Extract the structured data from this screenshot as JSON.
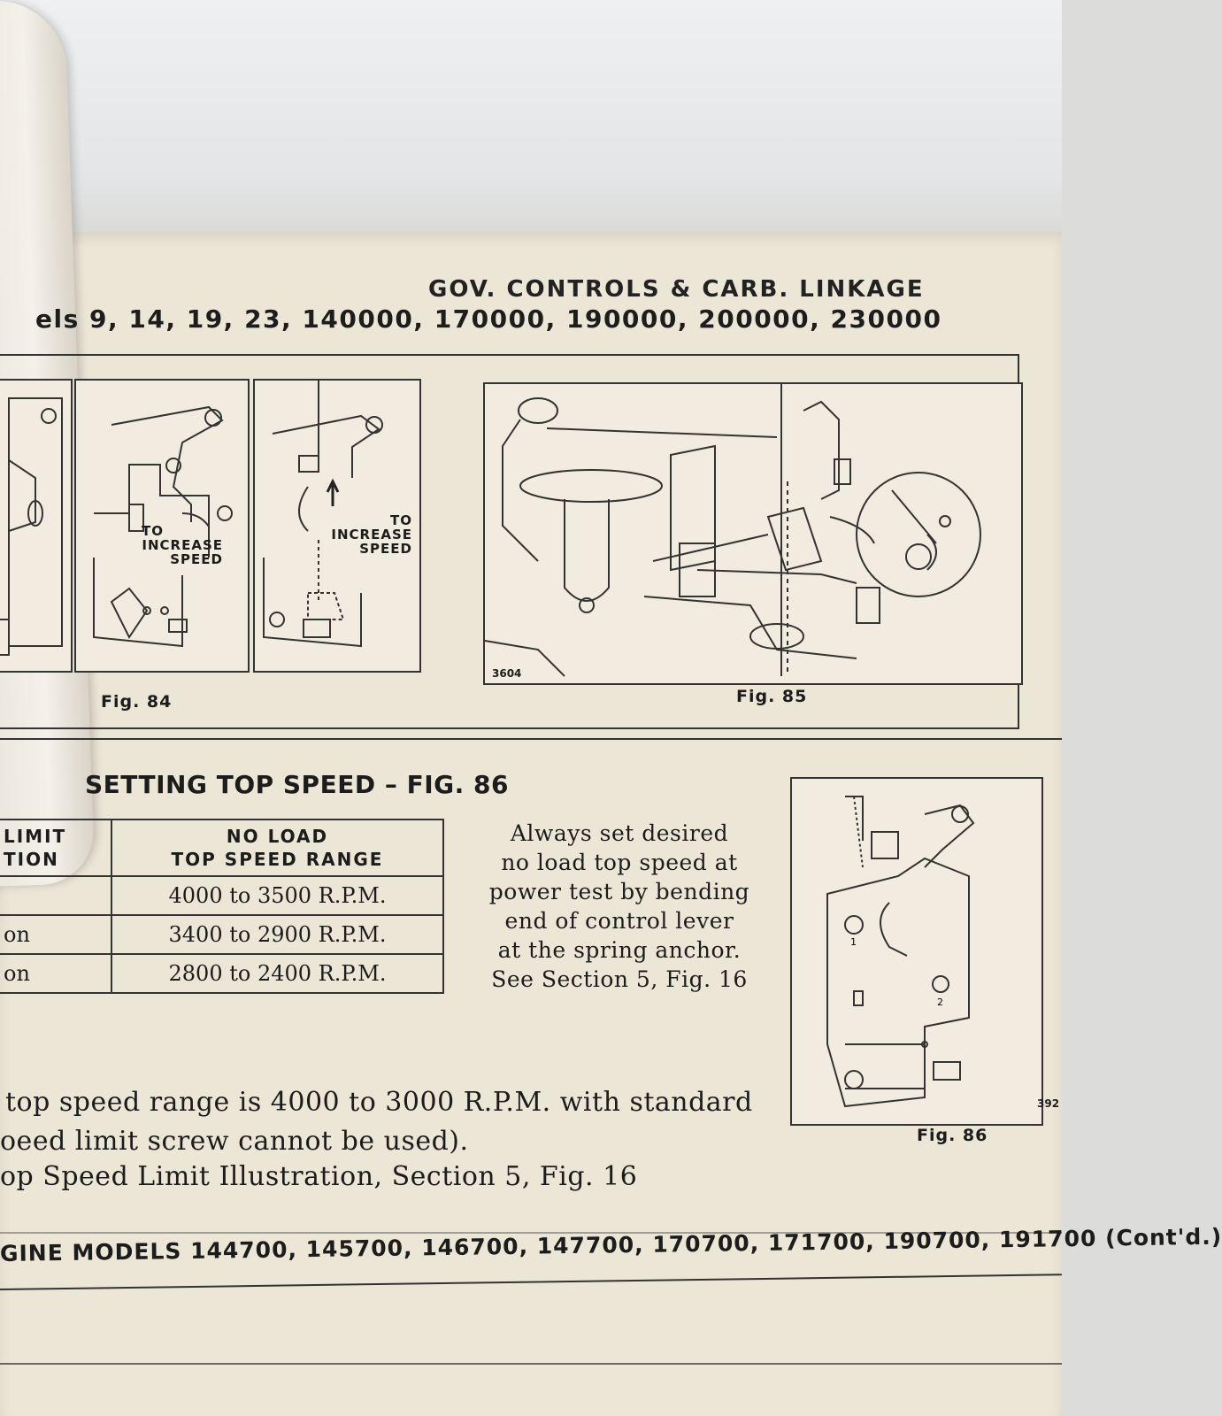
{
  "header": {
    "title": "GOV. CONTROLS & CARB. LINKAGE",
    "models": "els 9, 14, 19, 23, 140000, 170000, 190000, 200000, 230000"
  },
  "figures": {
    "fig84": {
      "label": "Fig. 84",
      "note_left": [
        "TO",
        "INCREASE",
        "SPEED"
      ],
      "note_right": [
        "TO",
        "INCREASE",
        "SPEED"
      ]
    },
    "fig85": {
      "label": "Fig. 85",
      "number": "3604"
    },
    "fig86": {
      "label": "Fig. 86",
      "number": "392",
      "markers": [
        "1",
        "2"
      ]
    }
  },
  "section": {
    "heading": "SETTING TOP SPEED – FIG. 86",
    "table": {
      "headers": [
        [
          "LIMIT",
          "TION"
        ],
        [
          "NO LOAD",
          "TOP SPEED RANGE"
        ]
      ],
      "rows": [
        {
          "c1": "",
          "c2": "4000 to 3500 R.P.M."
        },
        {
          "c1": "on",
          "c2": "3400 to 2900 R.P.M."
        },
        {
          "c1": "on",
          "c2": "2800 to 2400 R.P.M."
        }
      ]
    },
    "side_text": [
      "Always set desired",
      "no load top speed at",
      "power test by bending",
      "end of control lever",
      "at the spring anchor.",
      "See Section 5, Fig. 16"
    ]
  },
  "body_lines": [
    "top speed range is 4000 to 3000 R.P.M. with standard",
    "oeed limit screw cannot be used).",
    "op Speed Limit Illustration, Section 5, Fig. 16"
  ],
  "footer": {
    "models": "GINE MODELS 144700, 145700, 146700, 147700, 170700, 171700, 190700, 191700 (Cont'd.)"
  }
}
